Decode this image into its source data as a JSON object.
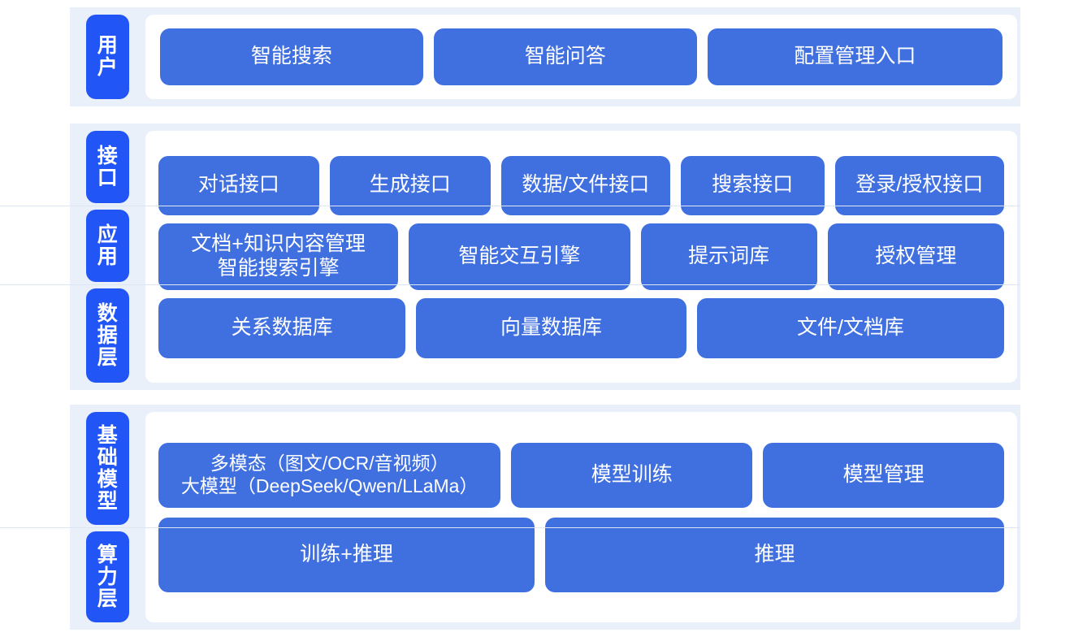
{
  "colors": {
    "page_background": "#ffffff",
    "band_background": "#e9f0f9",
    "panel_background": "#ffffff",
    "label_badge": "#2255f5",
    "node": "#4070e0",
    "node_text": "#ffffff",
    "separator": "#dde7f4"
  },
  "bands": [
    {
      "id": "users",
      "labels": [
        "用户"
      ],
      "rows": [
        {
          "id": "user-entries",
          "nodes": [
            {
              "label": "智能搜索",
              "flex": 1
            },
            {
              "label": "智能问答",
              "flex": 1
            },
            {
              "label": "配置管理入口",
              "flex": 1.13
            }
          ]
        }
      ]
    },
    {
      "id": "core",
      "labels": [
        "接口",
        "应用",
        "数据层"
      ],
      "rows": [
        {
          "id": "interface",
          "nodes": [
            {
              "label": "对话接口",
              "flex": 1
            },
            {
              "label": "生成接口",
              "flex": 1
            },
            {
              "label": "数据/文件接口",
              "flex": 1.06
            },
            {
              "label": "搜索接口",
              "flex": 0.88
            },
            {
              "label": "登录/授权接口",
              "flex": 1.06
            }
          ]
        },
        {
          "id": "application",
          "nodes": [
            {
              "label": "文档+知识内容管理\n智能搜索引擎",
              "flex": 1.2
            },
            {
              "label": "智能交互引擎",
              "flex": 1.1
            },
            {
              "label": "提示词库",
              "flex": 0.86
            },
            {
              "label": "授权管理",
              "flex": 0.86
            }
          ]
        },
        {
          "id": "data",
          "nodes": [
            {
              "label": "关系数据库",
              "flex": 1
            },
            {
              "label": "向量数据库",
              "flex": 1.1
            },
            {
              "label": "文件/文档库",
              "flex": 1.26
            }
          ]
        }
      ]
    },
    {
      "id": "base",
      "labels": [
        "基础模型",
        "算力层"
      ],
      "rows": [
        {
          "id": "model",
          "nodes": [
            {
              "label": "多模态（图文/OCR/音视频）\n大模型（DeepSeek/Qwen/LLaMa）",
              "flex": 1.45
            },
            {
              "label": "模型训练",
              "flex": 1
            },
            {
              "label": "模型管理",
              "flex": 1
            }
          ]
        },
        {
          "id": "compute",
          "nodes": [
            {
              "label": "训练+推理",
              "flex": 1
            },
            {
              "label": "推理",
              "flex": 1.23
            }
          ]
        }
      ]
    }
  ]
}
